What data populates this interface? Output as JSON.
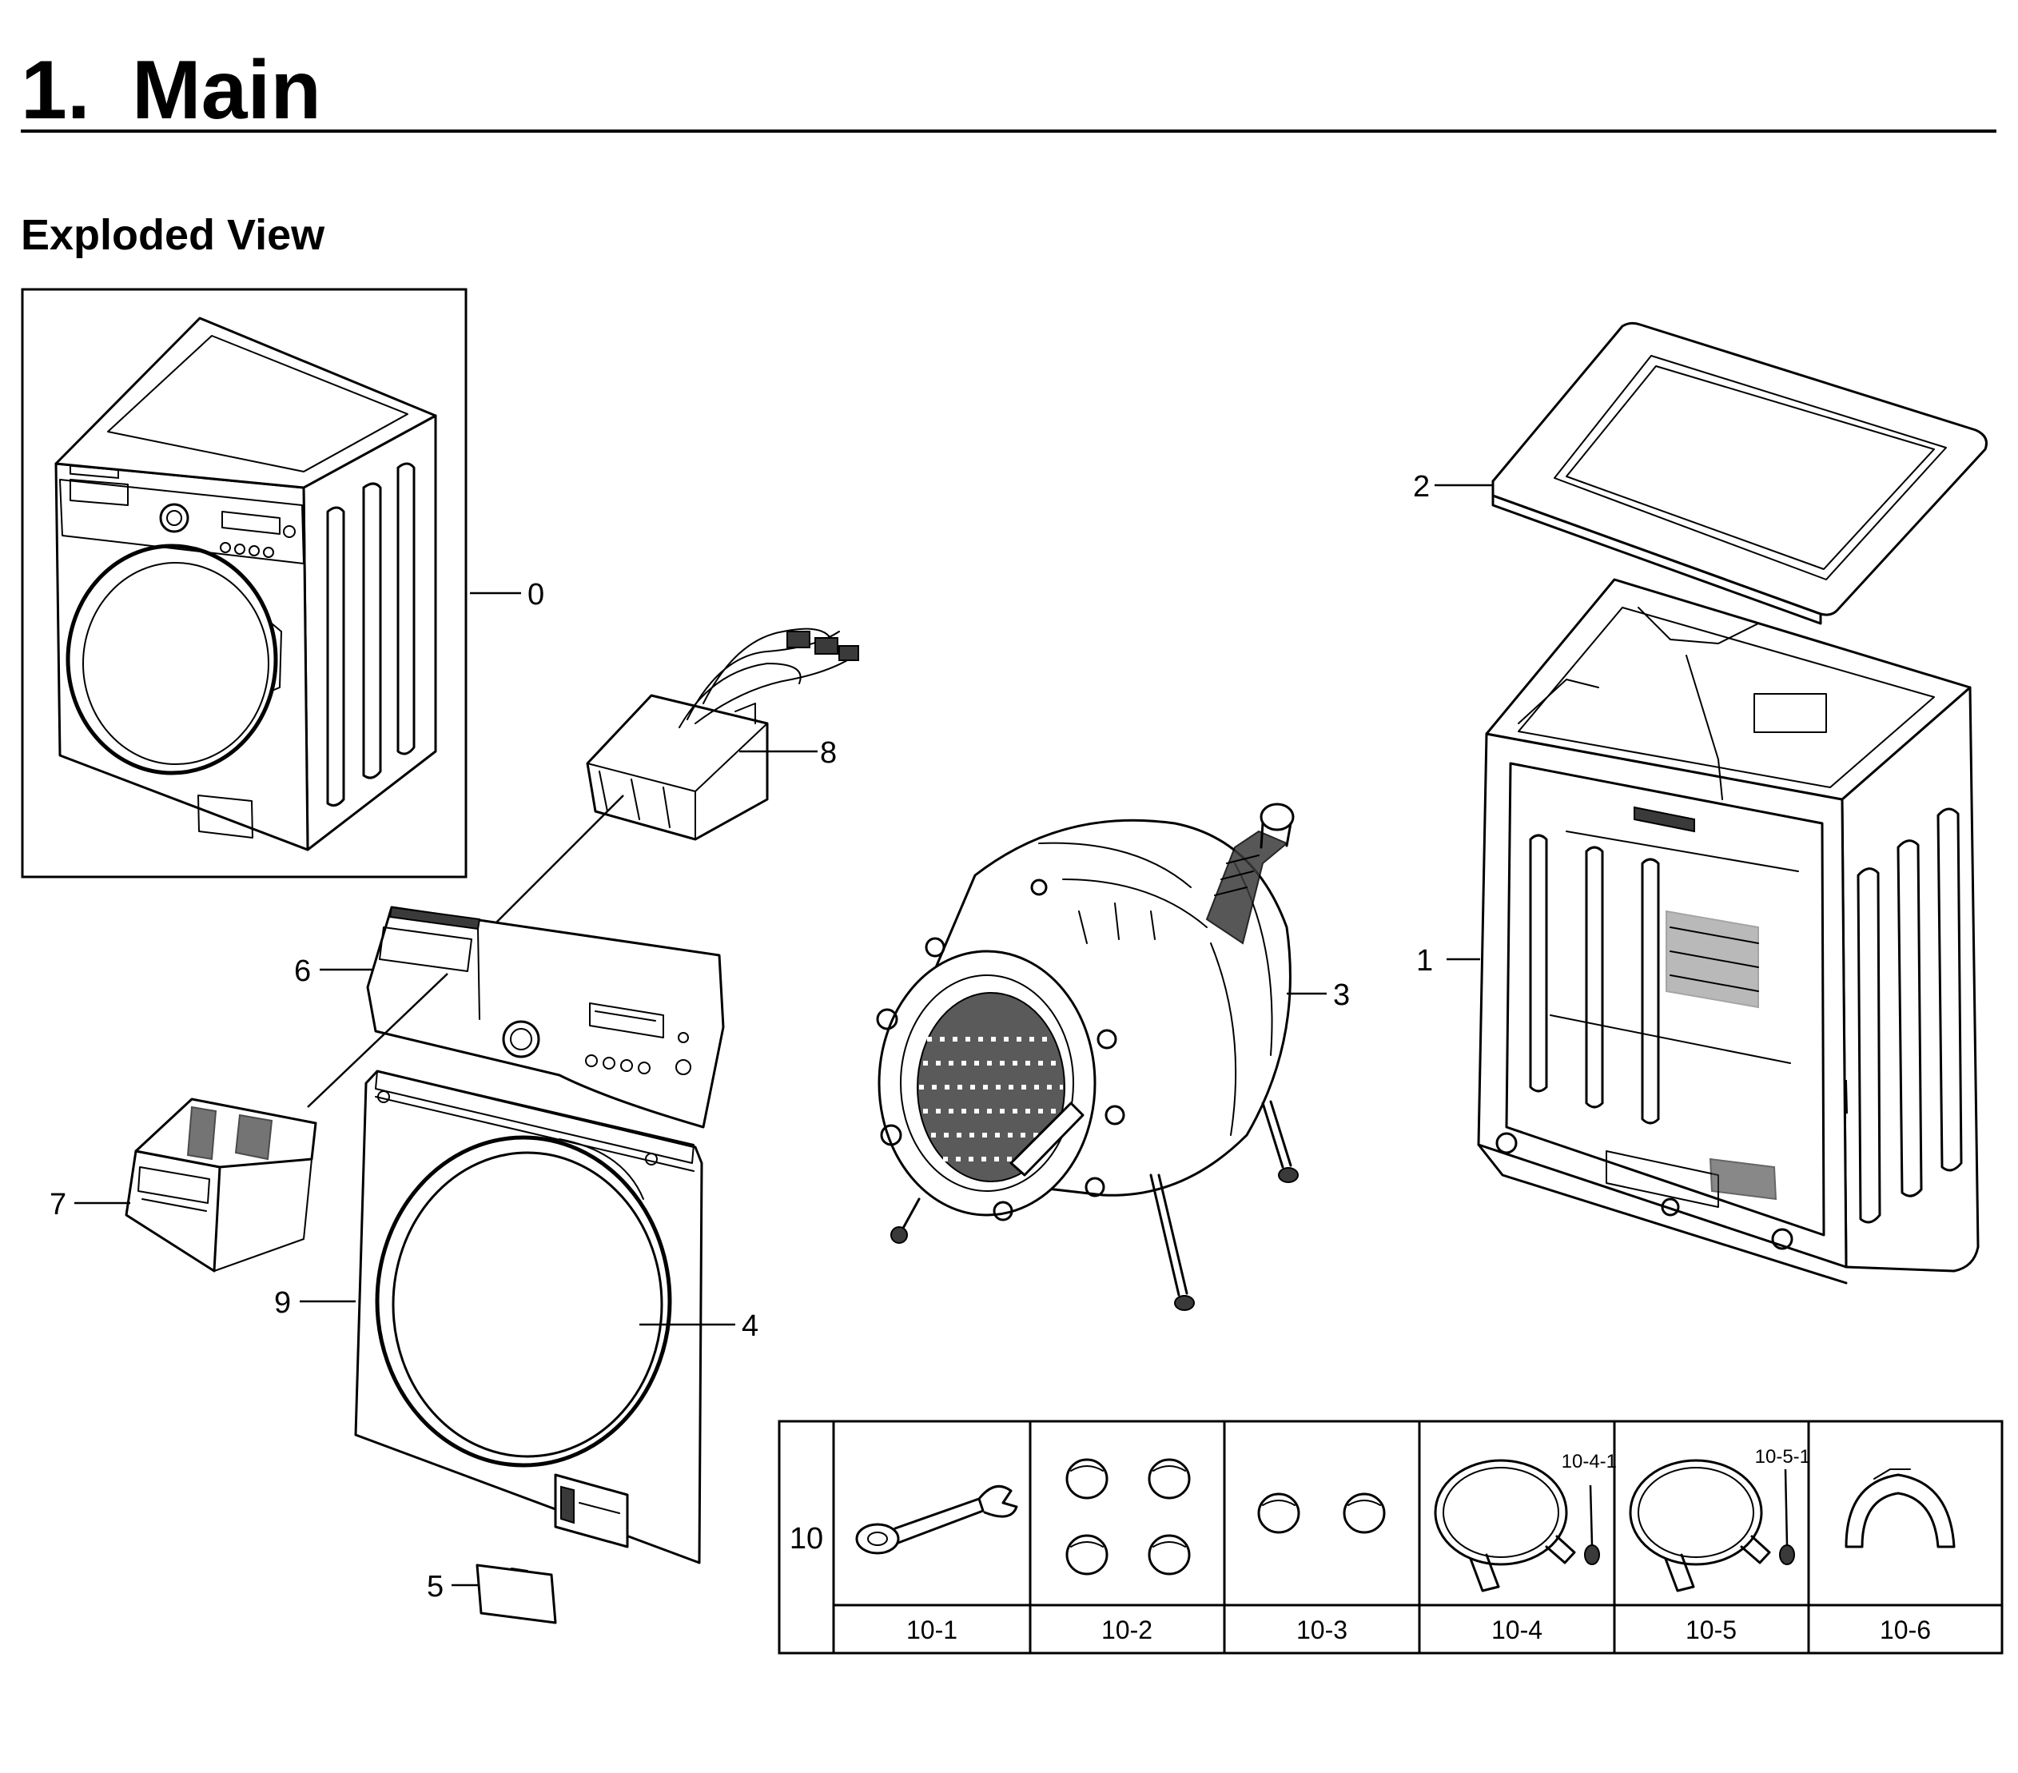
{
  "heading": {
    "number": "1.",
    "title": "Main"
  },
  "subheading": "Exploded View",
  "callouts": {
    "c0": "0",
    "c1": "1",
    "c2": "2",
    "c3": "3",
    "c4": "4",
    "c5": "5",
    "c6": "6",
    "c7": "7",
    "c8": "8",
    "c9": "9"
  },
  "accessories": {
    "group_label": "10",
    "cells": [
      {
        "label": "10-1",
        "sub_label": ""
      },
      {
        "label": "10-2",
        "sub_label": ""
      },
      {
        "label": "10-3",
        "sub_label": ""
      },
      {
        "label": "10-4",
        "sub_label": "10-4-1"
      },
      {
        "label": "10-5",
        "sub_label": "10-5-1"
      },
      {
        "label": "10-6",
        "sub_label": ""
      }
    ]
  }
}
